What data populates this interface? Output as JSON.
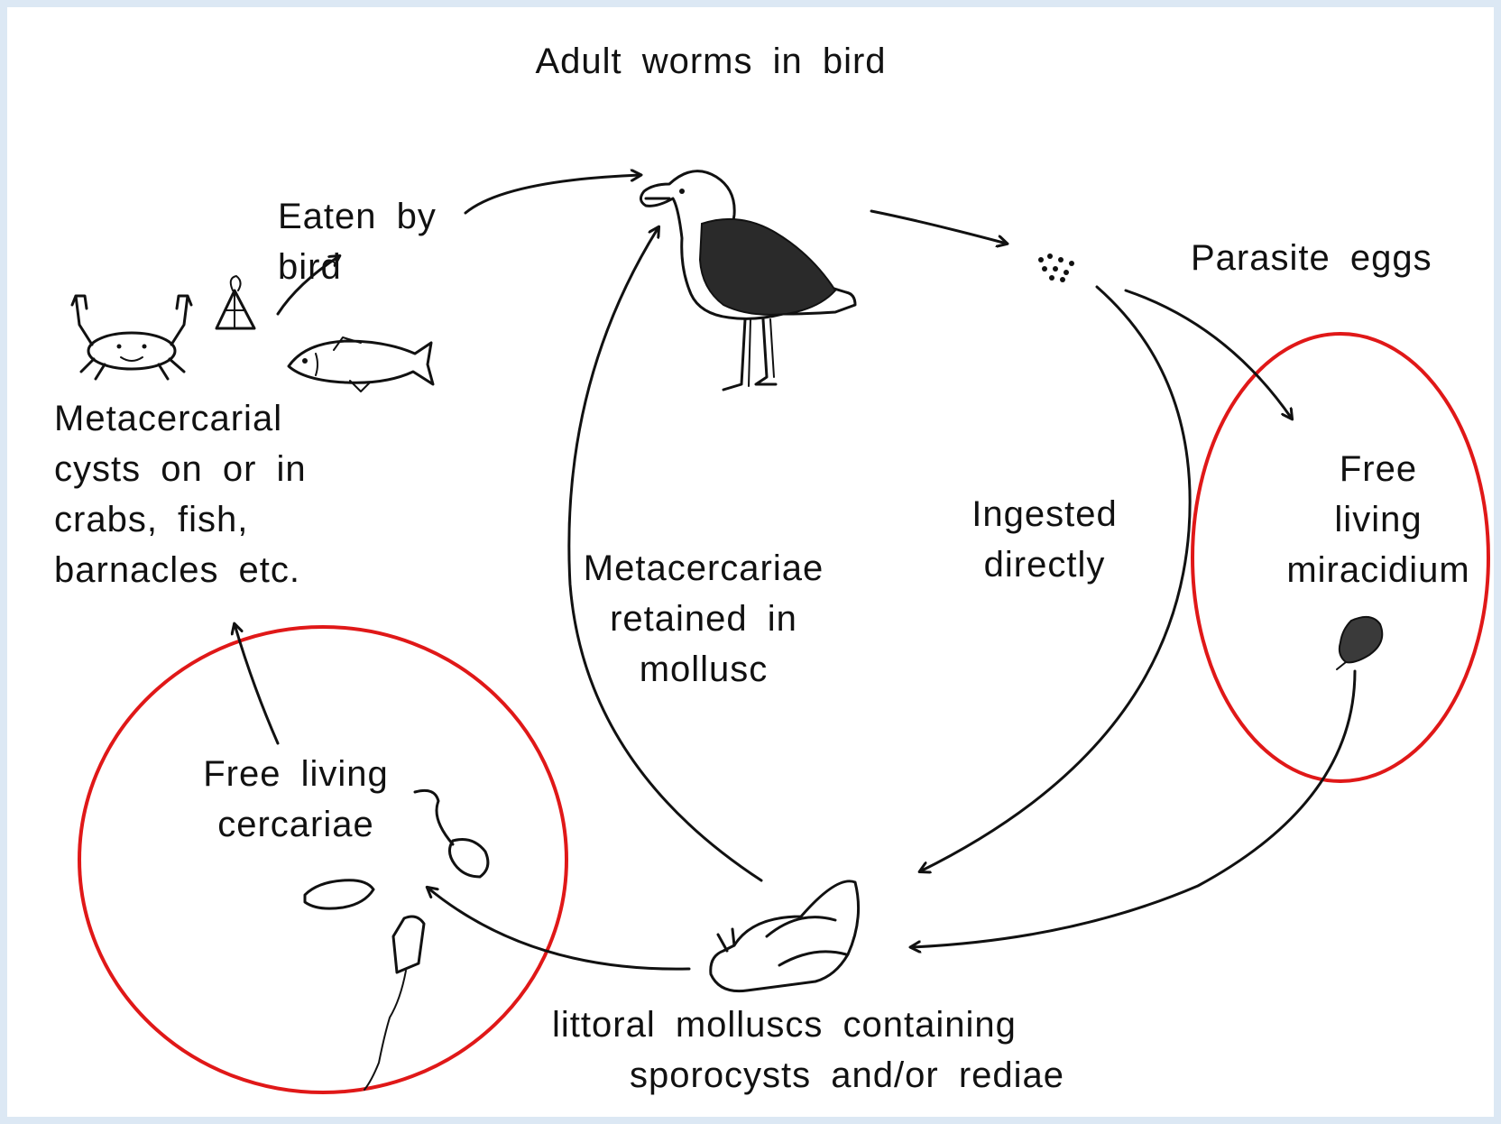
{
  "diagram": {
    "labels": {
      "adult_worms": "Adult  worms  in  bird",
      "eaten_by_bird": "Eaten by\n  bird",
      "parasite_eggs": "Parasite  eggs",
      "metacercarial_cysts": "Metacercarial\ncysts  on  or  in\ncrabs,  fish,\nbarnacles  etc.",
      "ingested_directly": "Ingested\ndirectly",
      "metacercariae_retained": "Metacercariae\nretained in\nmollusc",
      "free_living_miracidium": "Free\nliving\nmiracidium",
      "free_living_cercariae": "Free  living\ncercariae",
      "littoral_molluscs": "littoral  molluscs  containing\nsporocysts  and/or  rediae"
    },
    "highlight_color": "#e01818",
    "ink_color": "#111111",
    "icons": [
      "bird-icon",
      "crab-icon",
      "barnacle-icon",
      "fish-icon",
      "eggs-icon",
      "miracidium-icon",
      "cercaria-icon",
      "snail-icon"
    ]
  }
}
